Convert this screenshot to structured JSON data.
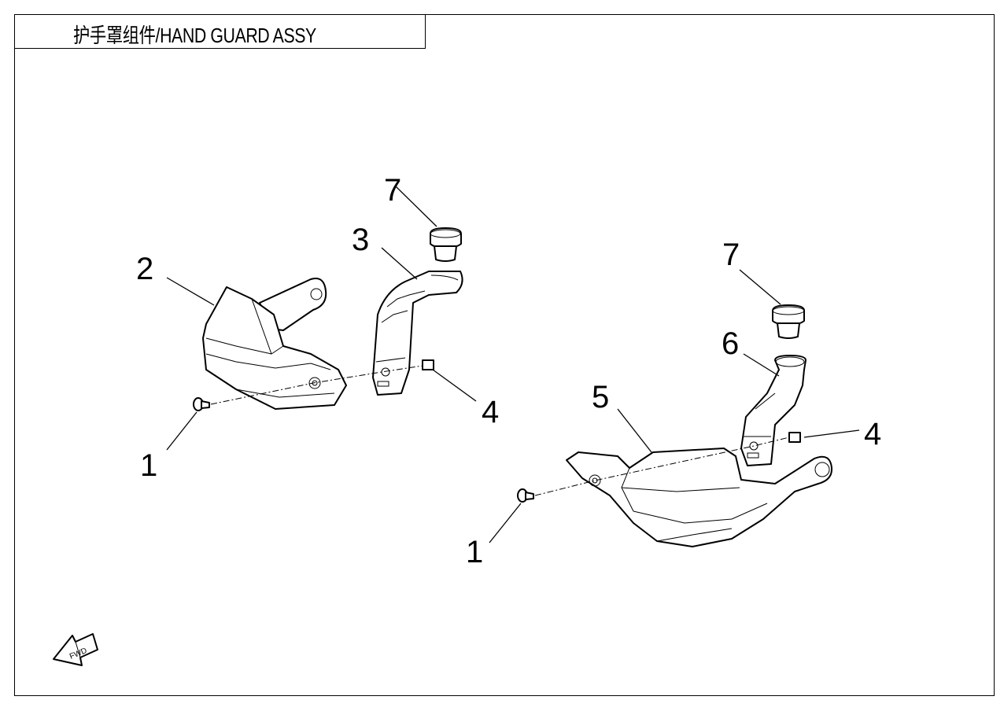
{
  "title": "护手罩组件/HAND GUARD ASSY",
  "callouts": {
    "left_screw": "1",
    "left_guard": "2",
    "left_bracket": "3",
    "left_nut": "4",
    "left_cap": "7",
    "right_cap": "7",
    "right_bracket": "6",
    "right_guard": "5",
    "right_nut": "4",
    "right_screw": "1"
  },
  "fwd_label": "FWD"
}
